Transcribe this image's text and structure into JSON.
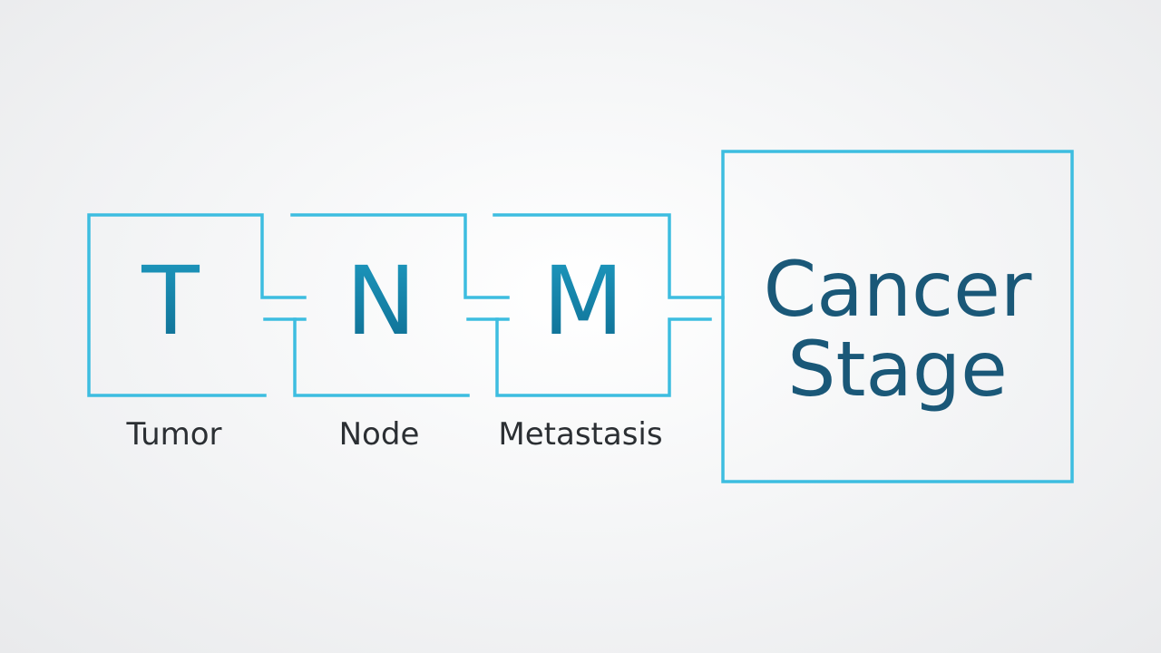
{
  "components": [
    {
      "letter": "T",
      "label": "Tumor"
    },
    {
      "letter": "N",
      "label": "Node"
    },
    {
      "letter": "M",
      "label": "Metastasis"
    }
  ],
  "result": {
    "line1": "Cancer",
    "line2": "Stage"
  },
  "colors": {
    "outline": "#3dbde0",
    "letter": "#1585a8",
    "result_text": "#1a5878",
    "caption": "#2b2f33"
  }
}
